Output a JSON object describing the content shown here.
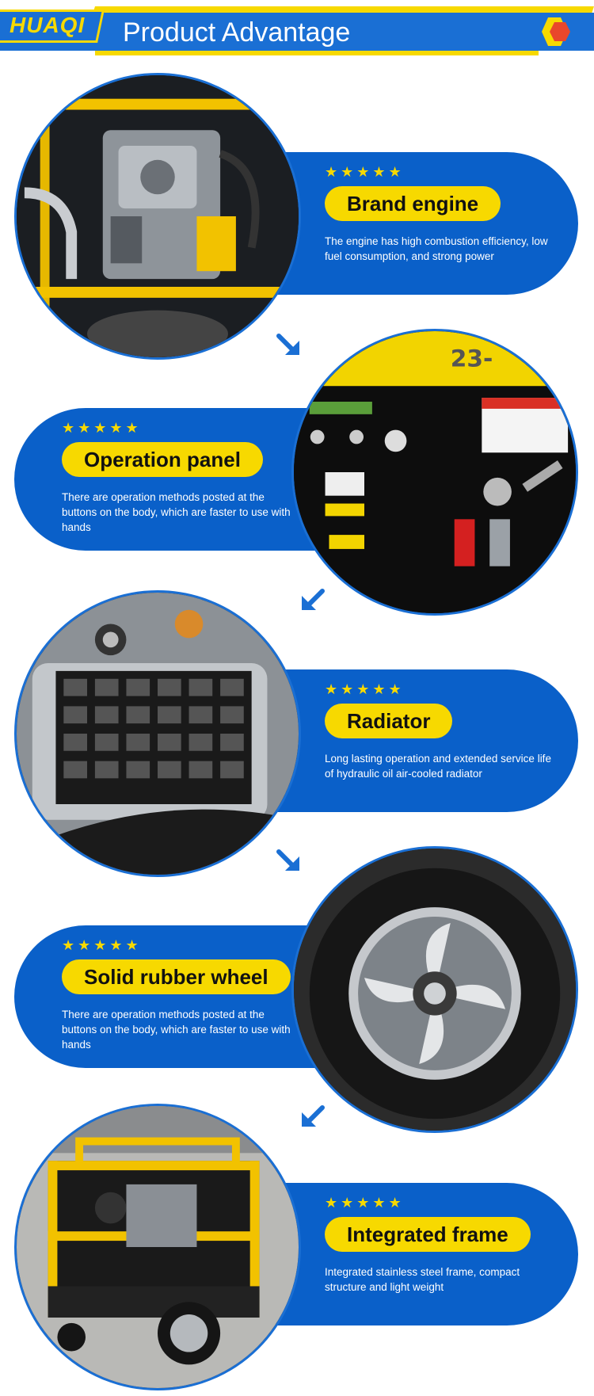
{
  "header": {
    "brand": "HUAQI",
    "title": "Product Advantage"
  },
  "colors": {
    "blue": "#0a60c9",
    "yellow": "#f7d900",
    "header_blue": "#1a6fd4"
  },
  "features": [
    {
      "title": "Brand engine",
      "stars": "★★★★★",
      "description": "The engine has high combustion efficiency, low fuel consumption, and strong power",
      "icon": "engine-photo"
    },
    {
      "title": "Operation panel",
      "stars": "★★★★★",
      "description": "There are operation methods posted at the buttons on the body, which are faster to use with hands",
      "icon": "control-panel-photo"
    },
    {
      "title": "Radiator",
      "stars": "★★★★★",
      "description": "Long lasting operation and extended service life of hydraulic oil air-cooled radiator",
      "icon": "radiator-photo"
    },
    {
      "title": "Solid rubber wheel",
      "stars": "★★★★★",
      "description": "There are operation methods posted at the buttons on the body, which are faster to use with hands",
      "icon": "wheel-photo"
    },
    {
      "title": "Integrated frame",
      "stars": "★★★★★",
      "description": "Integrated stainless steel frame, compact structure and light weight",
      "icon": "frame-photo"
    }
  ]
}
